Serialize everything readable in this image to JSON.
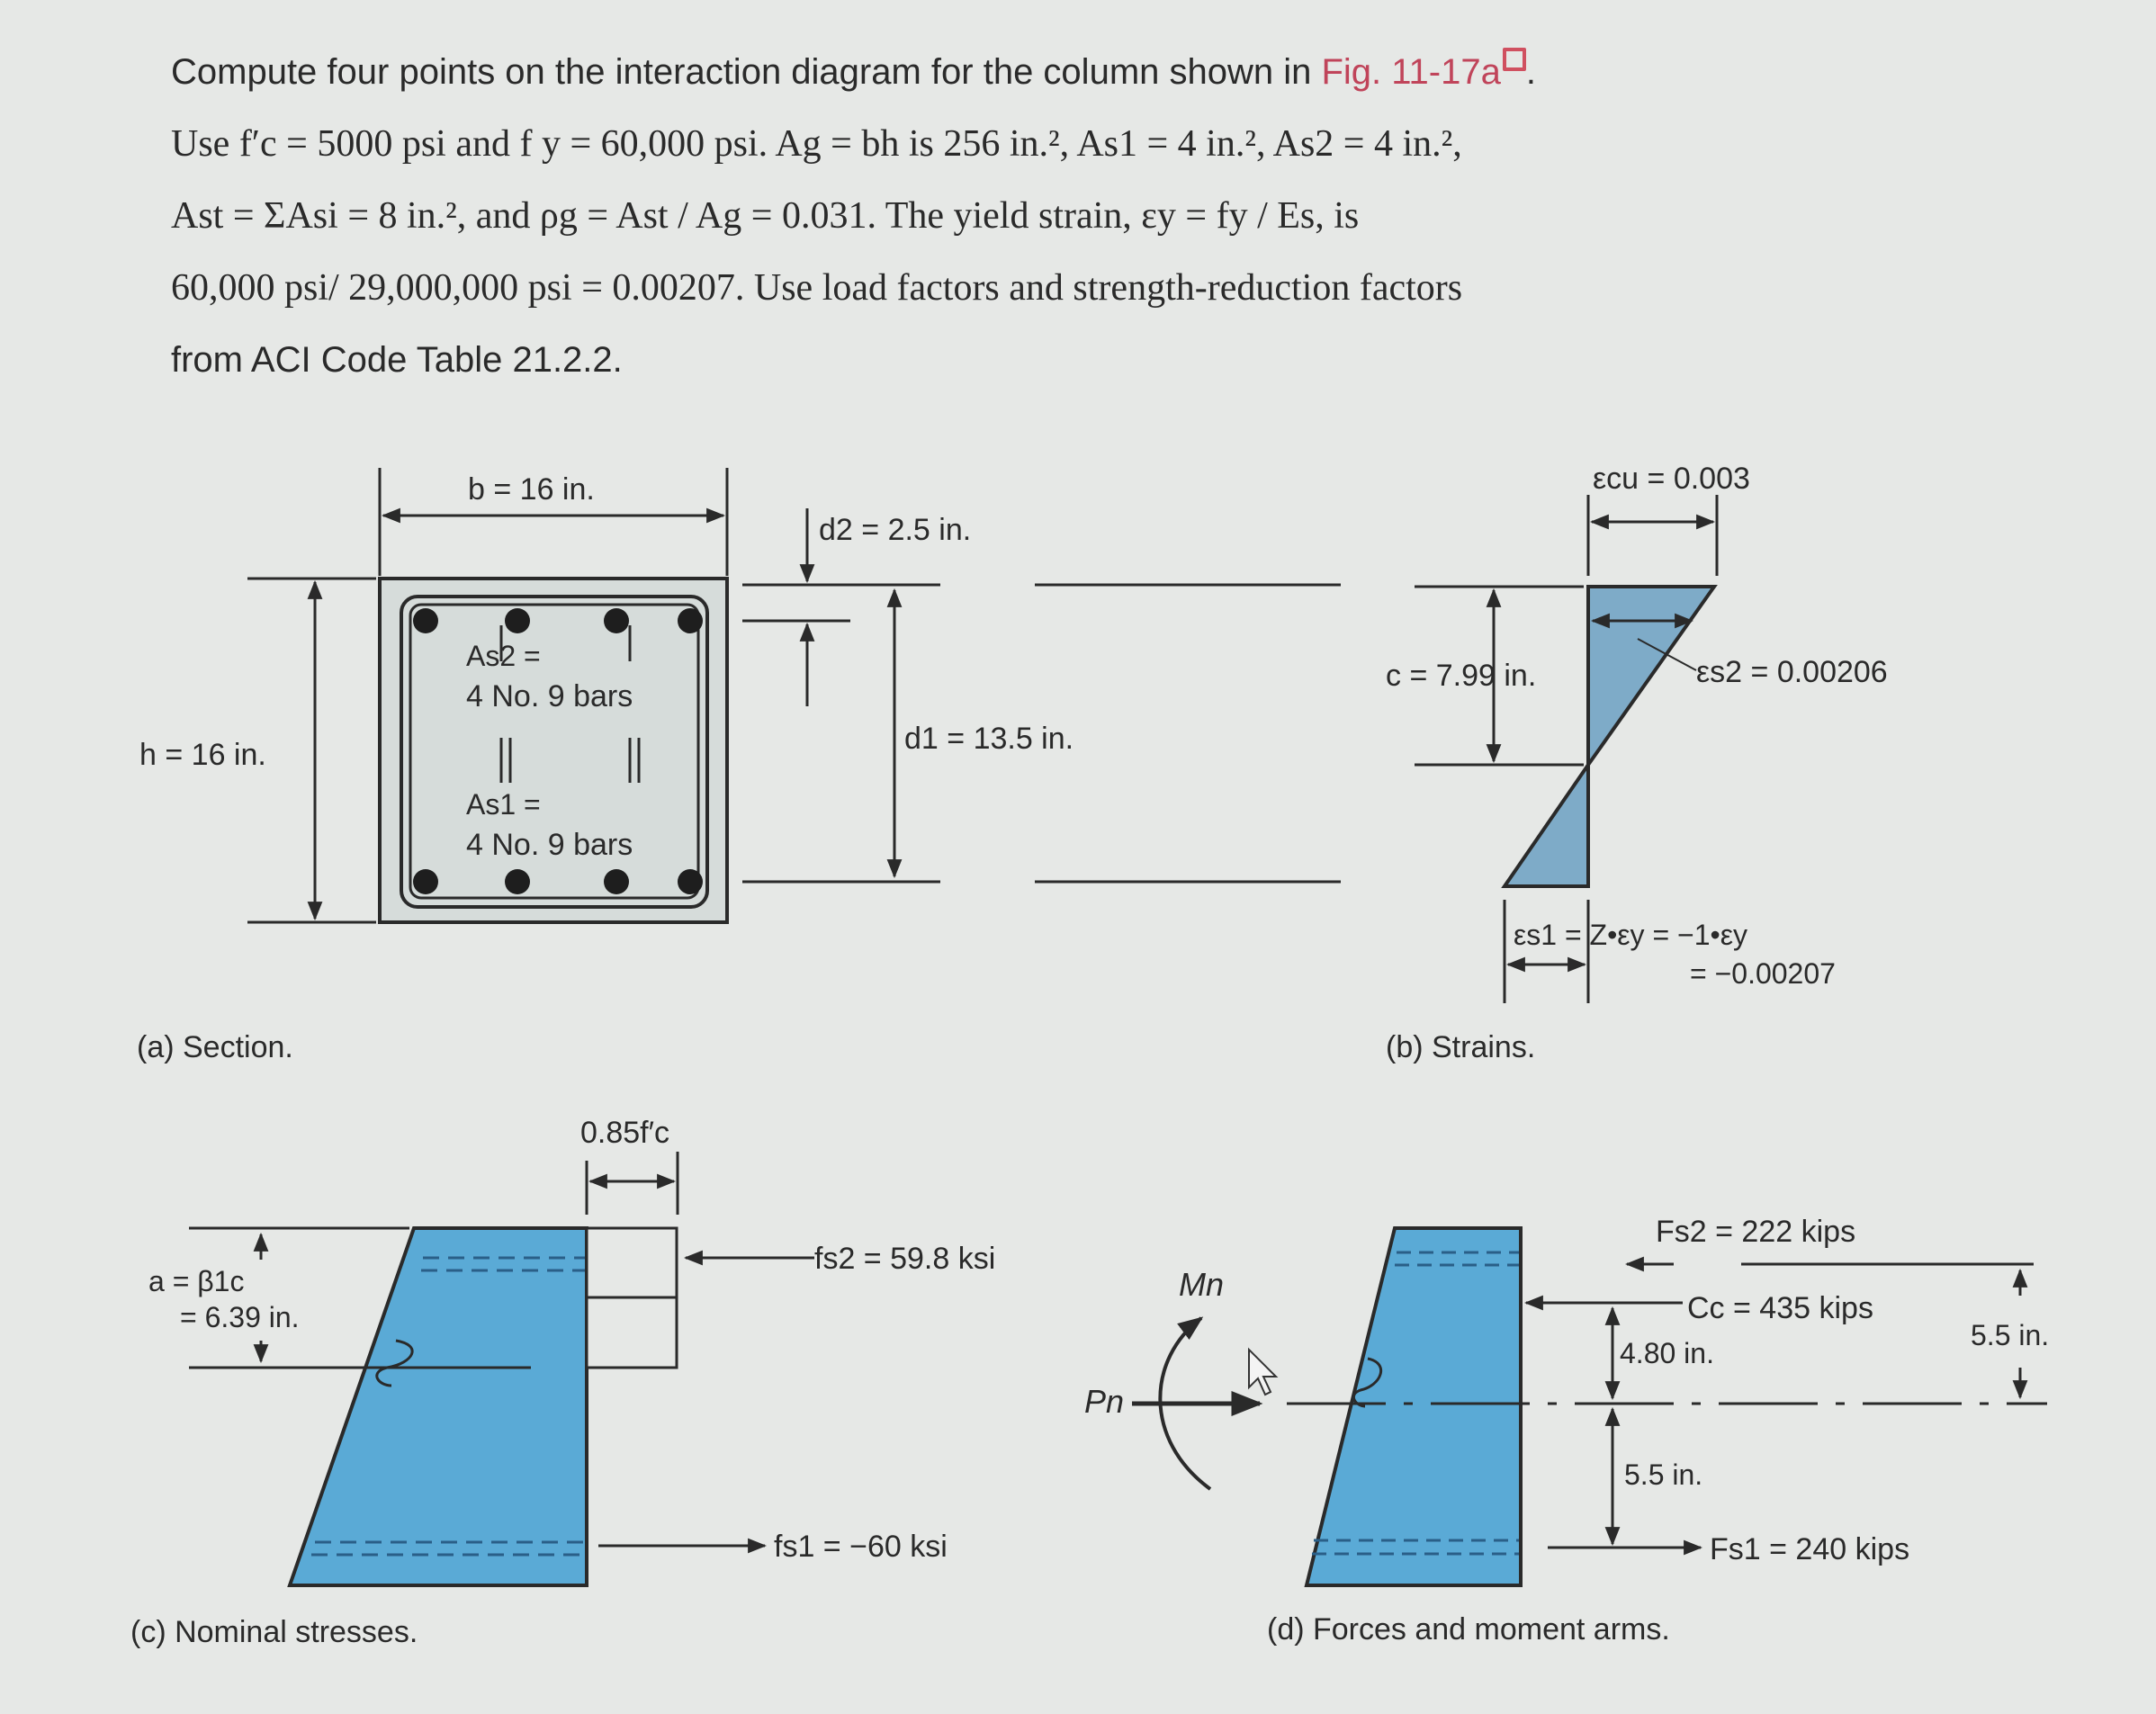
{
  "problem": {
    "line1_prefix": "Compute four points on the interaction diagram for the column shown in ",
    "figure_link": "Fig. 11-17a",
    "line1_suffix": ".",
    "line2": "Use f′c = 5000 psi and f y = 60,000 psi. Ag = bh is 256 in.², As1 = 4 in.², As2 = 4 in.²,",
    "line3": "Ast = ΣAsi = 8 in.², and ρg = Ast / Ag = 0.031. The yield strain, εy = fy / Es, is",
    "line4": "60,000 psi/ 29,000,000 psi = 0.00207. Use load factors and strength-reduction factors",
    "line5": "from ACI Code Table 21.2.2."
  },
  "fig_a": {
    "caption": "(a) Section.",
    "b_label": "b = 16 in.",
    "h_label": "h = 16 in.",
    "d2_label": "d2 = 2.5 in.",
    "d1_label": "d1 = 13.5 in.",
    "as2_label_1": "As2 =",
    "as2_label_2": "4 No. 9 bars",
    "as1_label_1": "As1 =",
    "as1_label_2": "4 No. 9 bars"
  },
  "fig_b": {
    "caption": "(b) Strains.",
    "ecu_label": "εcu = 0.003",
    "c_label": "c = 7.99 in.",
    "es2_label": "εs2 = 0.00206",
    "es1_label": "εs1 = Z•εy = −1•εy",
    "es1_value": "= −0.00207"
  },
  "fig_c": {
    "caption": "(c) Nominal stresses.",
    "stress_label": "0.85f′c",
    "a_label_1": "a = β1c",
    "a_label_2": "= 6.39 in.",
    "fs2_label": "fs2 = 59.8 ksi",
    "fs1_label": "fs1 = −60 ksi"
  },
  "fig_d": {
    "caption": "(d) Forces and moment arms.",
    "mn_label": "Mn",
    "pn_label": "Pn",
    "fs2_label": "Fs2 = 222 kips",
    "cc_label": "Cc = 435 kips",
    "arm_cc": "4.80 in.",
    "arm_fs2": "5.5 in.",
    "arm_fs1": "5.5 in.",
    "fs1_label": "Fs1 = 240 kips"
  },
  "colors": {
    "fill_blue": "#5aaad6",
    "strain_fill": "#7eabc8",
    "link": "#c0445a",
    "ink": "#2a2a2a"
  }
}
